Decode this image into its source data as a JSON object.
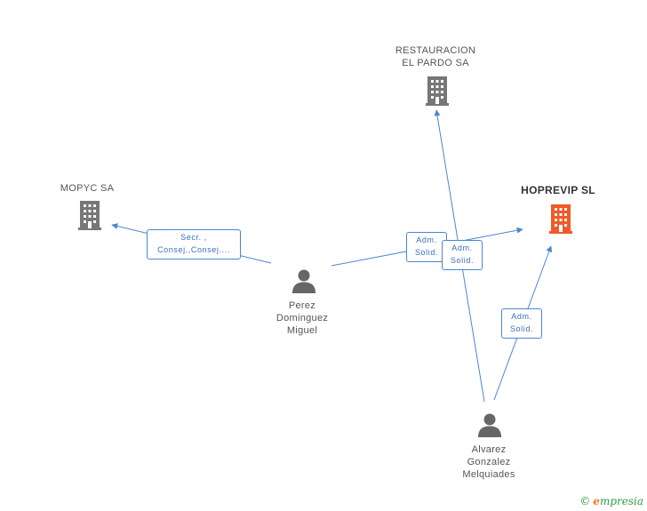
{
  "colors": {
    "edge": "#4a86d6",
    "building": "#777777",
    "building_main": "#f05a28",
    "person": "#666666",
    "brand_green": "#2e9a45",
    "brand_orange": "#f07a22"
  },
  "nodes": {
    "restauracion": {
      "lines": [
        "RESTAURACION",
        "EL PARDO SA"
      ],
      "icon": "building-icon"
    },
    "mopyc": {
      "lines": [
        "MOPYC SA"
      ],
      "icon": "building-icon"
    },
    "hoprevip": {
      "lines": [
        "HOPREVIP SL"
      ],
      "icon": "building-icon"
    },
    "perez": {
      "lines": [
        "Perez",
        "Dominguez",
        "Miguel"
      ],
      "icon": "person-icon"
    },
    "alvarez": {
      "lines": [
        "Alvarez",
        "Gonzalez",
        "Melquiades"
      ],
      "icon": "person-icon"
    }
  },
  "edges": {
    "perez_mopyc": [
      "Secr. ,",
      "Consej.,Consej...."
    ],
    "perez_hoprevip": [
      "Adm.",
      "Solid."
    ],
    "alvarez_restauracion": [
      "Adm.",
      "Solid."
    ],
    "alvarez_hoprevip": [
      "Adm.",
      "Solid."
    ]
  },
  "brand": {
    "copyright": "©",
    "first_letter": "e",
    "rest": "mpresia"
  }
}
